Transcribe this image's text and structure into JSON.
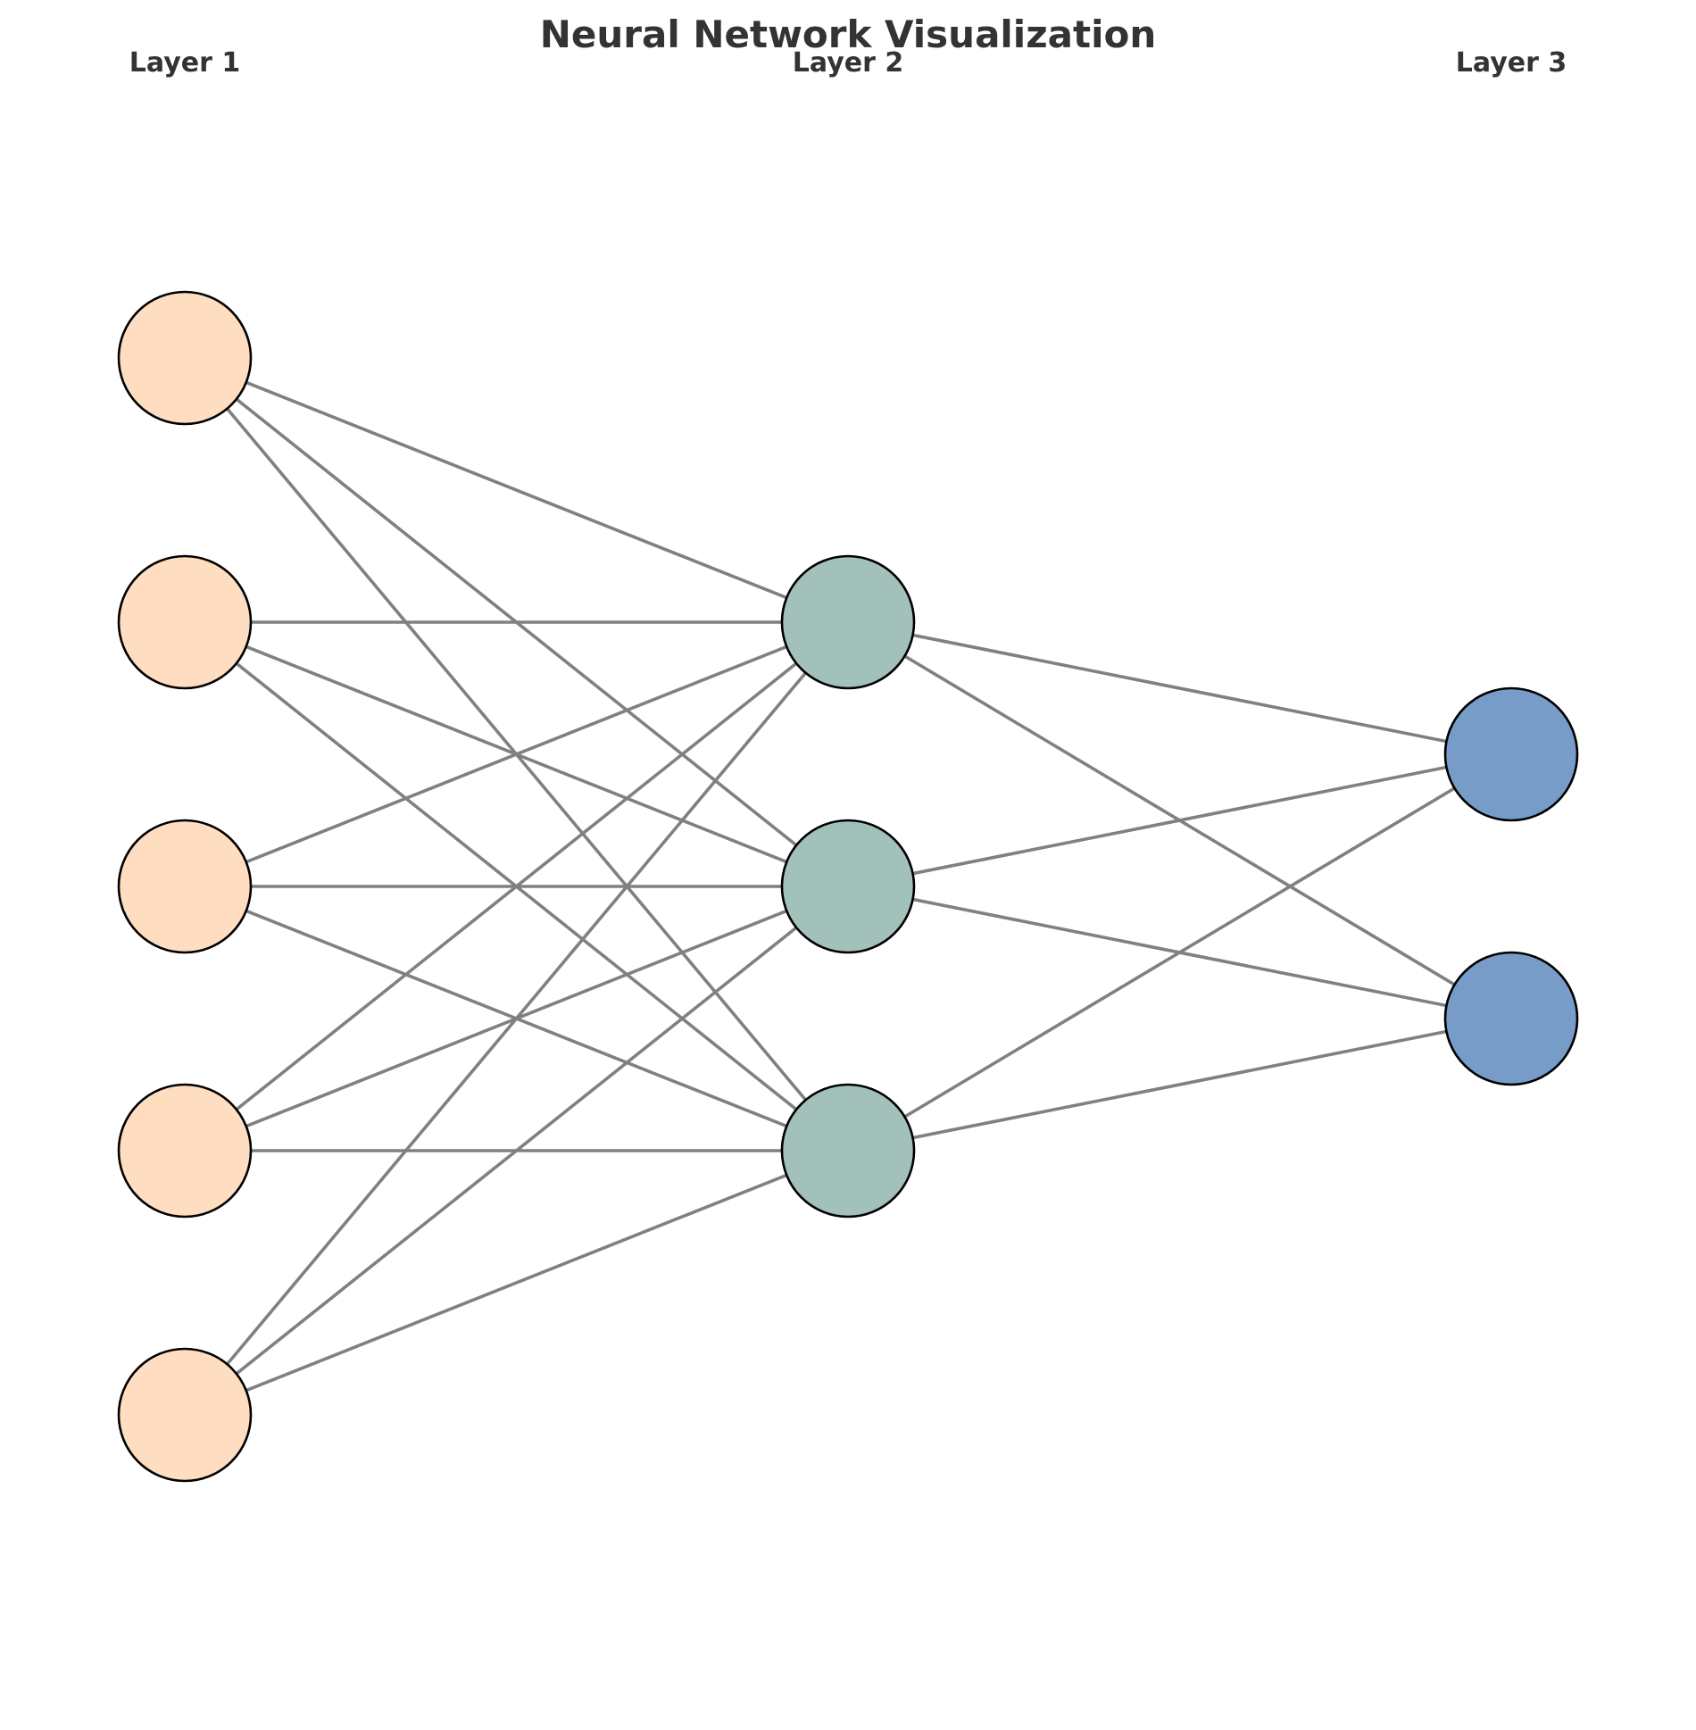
{
  "title": "Neural Network Visualization",
  "colors": {
    "background": "#ffffff",
    "text": "#333333",
    "edge": "#808080",
    "neuron_stroke": "#000000"
  },
  "layers": [
    {
      "label": "Layer 1",
      "neurons": 5,
      "fill": "#FFDDC1"
    },
    {
      "label": "Layer 2",
      "neurons": 3,
      "fill": "#A3C1BB"
    },
    {
      "label": "Layer 3",
      "neurons": 2,
      "fill": "#779CC8"
    }
  ],
  "connectivity": "fully-connected"
}
